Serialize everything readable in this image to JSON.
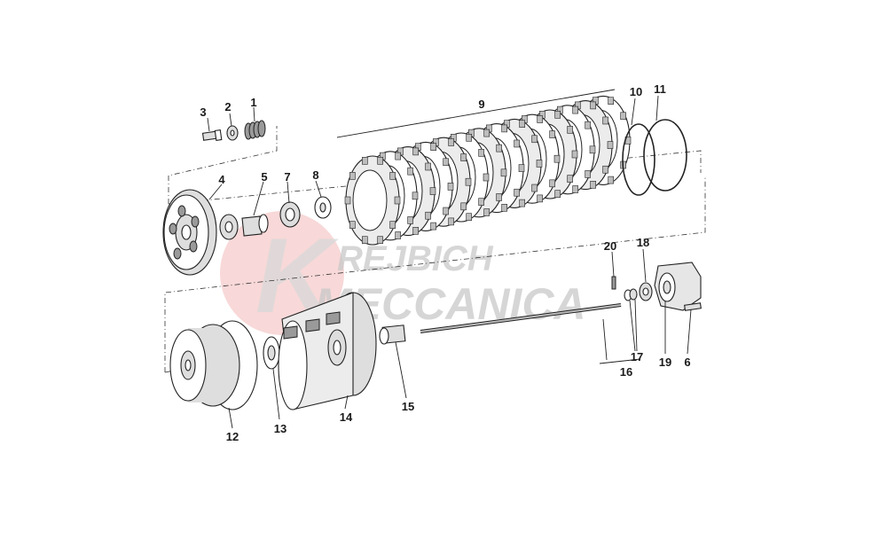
{
  "watermark": {
    "line1": "REJBICH",
    "line2": "MECCANICA",
    "logo_letter": "K"
  },
  "callouts": {
    "p1": "1",
    "p2": "2",
    "p3": "3",
    "p4": "4",
    "p5": "5",
    "p6": "6",
    "p7": "7",
    "p8": "8",
    "p9": "9",
    "p10": "10",
    "p11": "11",
    "p12": "12",
    "p13": "13",
    "p14": "14",
    "p15": "15",
    "p16": "16",
    "p17": "17",
    "p18": "18",
    "p19": "19",
    "p20": "20"
  },
  "colors": {
    "watermark_red": "#e8a0a0",
    "watermark_gray": "#c9c9c9",
    "line": "#222222"
  }
}
